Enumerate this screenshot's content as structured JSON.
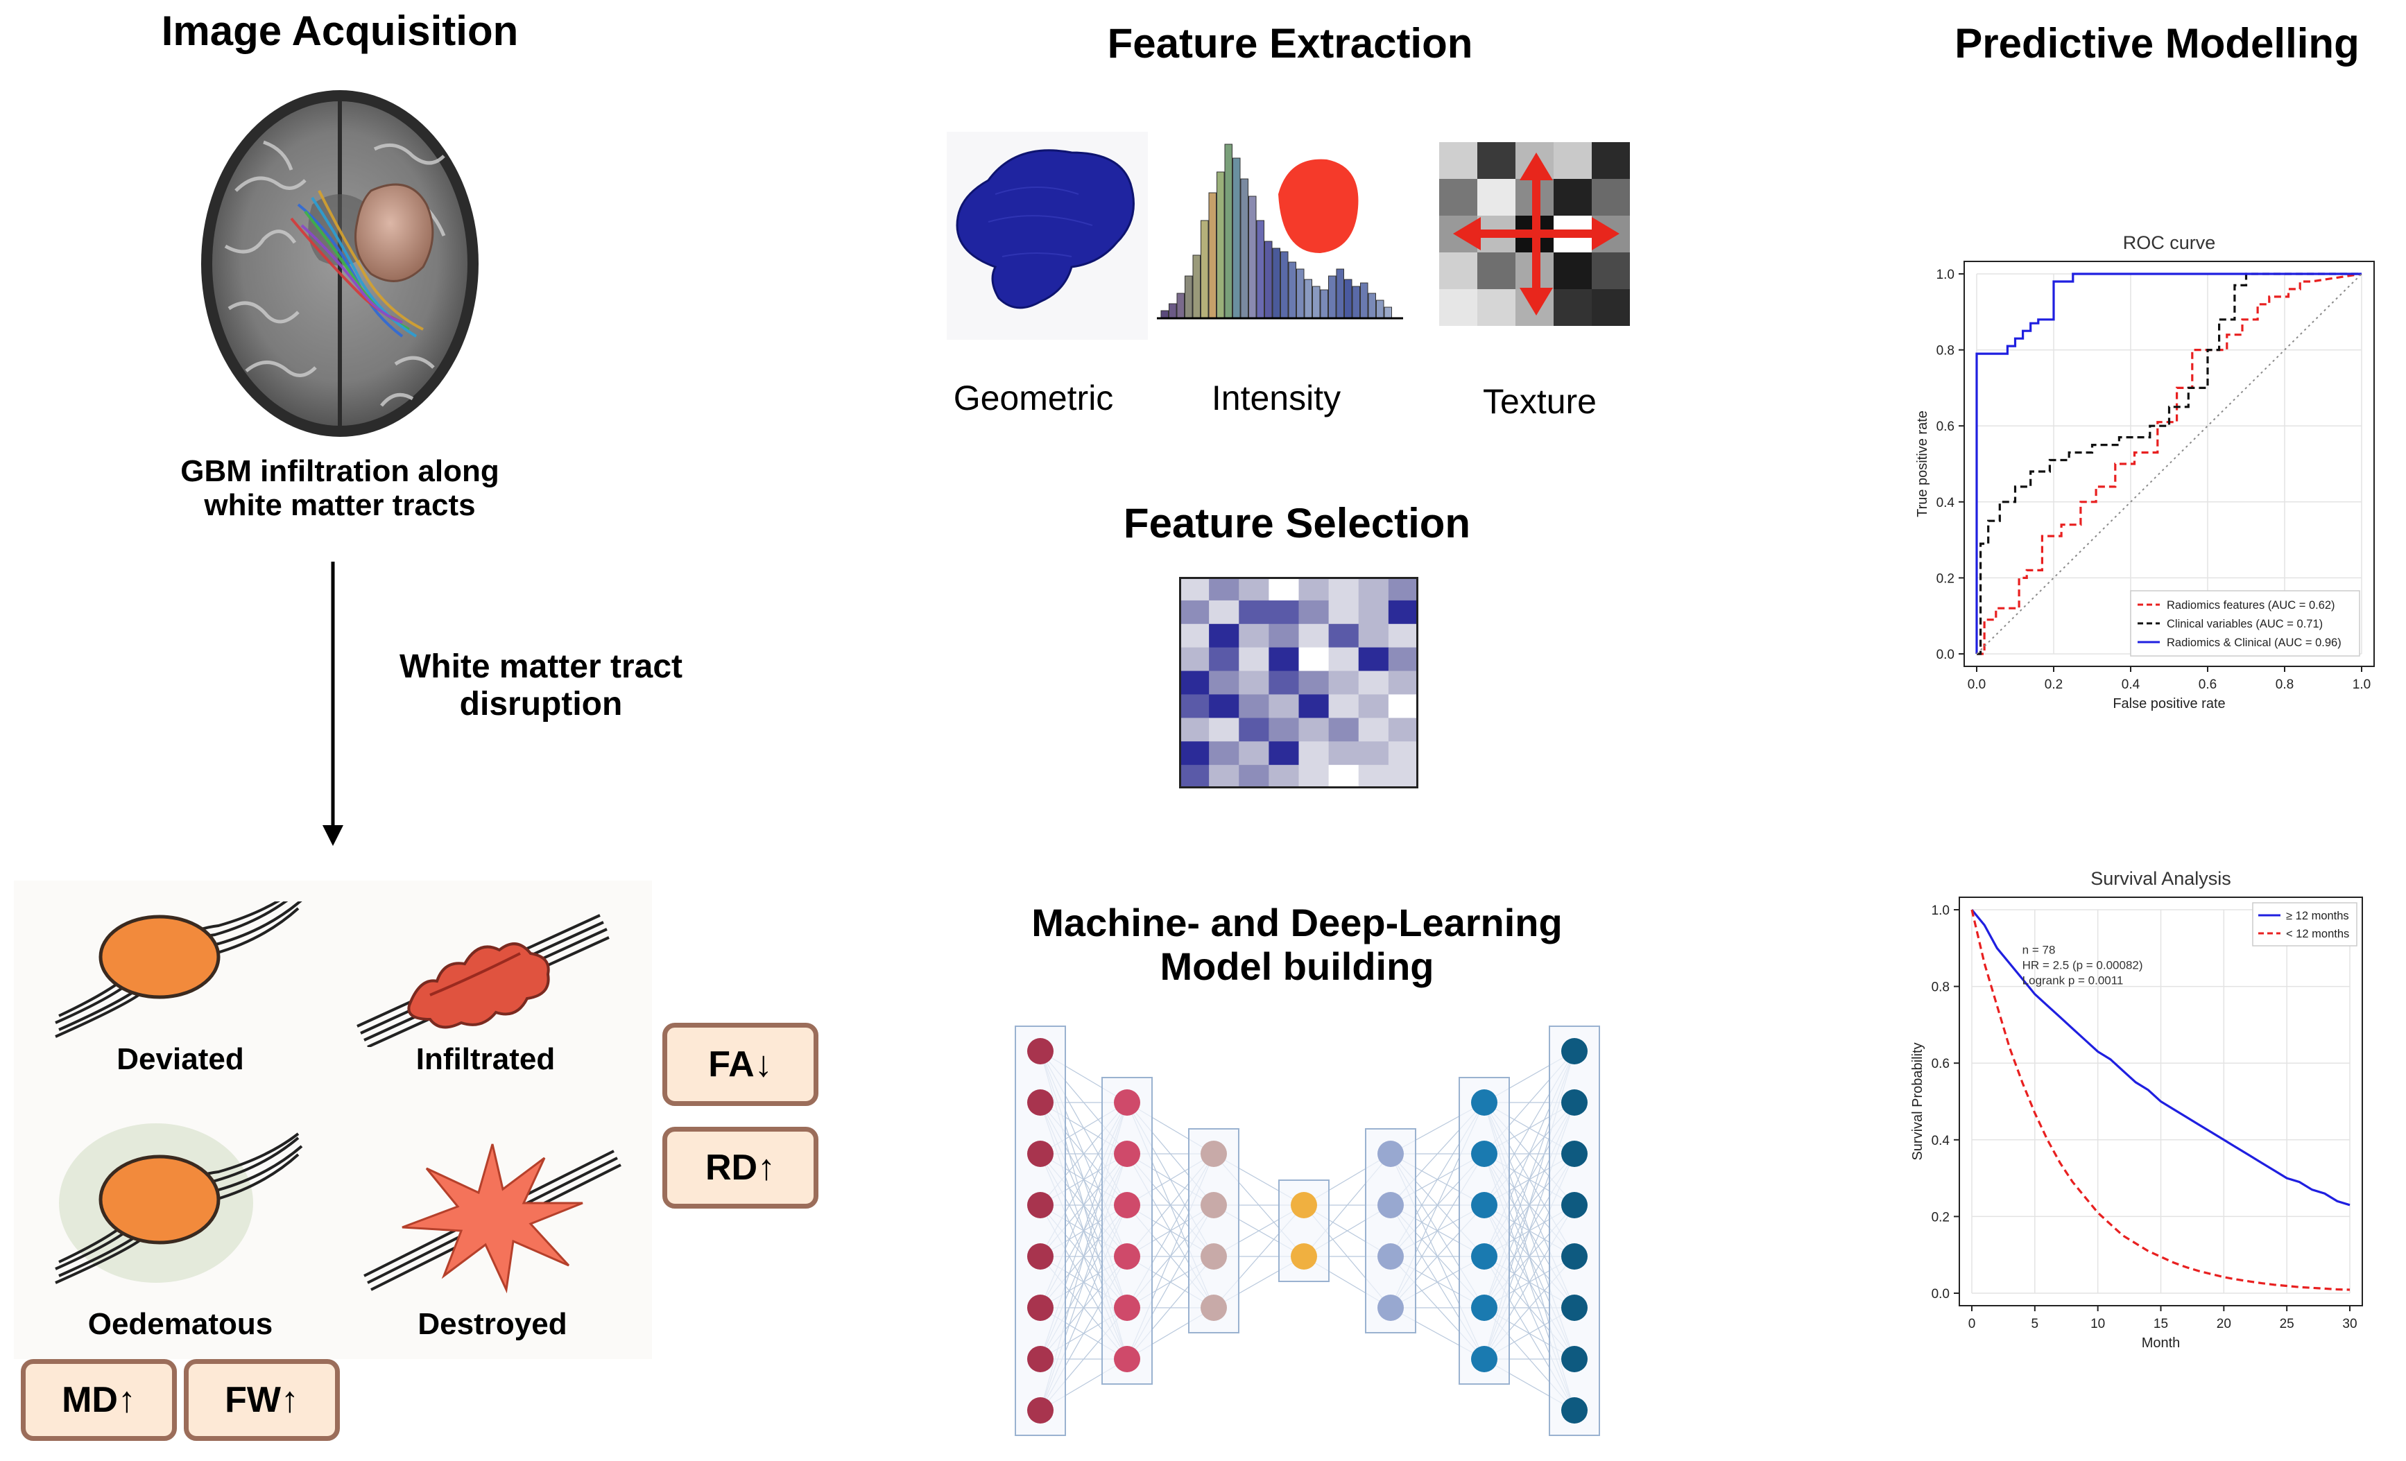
{
  "acquisition": {
    "title": "Image Acquisition",
    "caption_line1": "GBM infiltration along",
    "caption_line2": "white matter tracts",
    "arrow_label_line1": "White matter tract",
    "arrow_label_line2": "disruption",
    "tract_states": [
      "Deviated",
      "Infiltrated",
      "Oedematous",
      "Destroyed"
    ],
    "badges": {
      "fa": "FA↓",
      "rd": "RD↑",
      "md": "MD↑",
      "fw": "FW↑"
    }
  },
  "extraction": {
    "title": "Feature Extraction",
    "features": [
      "Geometric",
      "Intensity",
      "Texture"
    ]
  },
  "selection": {
    "title": "Feature Selection"
  },
  "modelling_build": {
    "title_line1": "Machine- and Deep-Learning",
    "title_line2": "Model building"
  },
  "predictive": {
    "title": "Predictive Modelling"
  },
  "colors": {
    "tumor_orange": "#f28a3c",
    "infiltrated_red": "#e0533f",
    "destroyed_red": "#f4735a",
    "badge_fill": "#fde9d6",
    "badge_border": "#9b6d5a",
    "roc_blue": "#1f1fe0",
    "roc_red": "#e82020"
  },
  "chart_data": [
    {
      "type": "line",
      "title": "ROC curve",
      "xlabel": "False positive rate",
      "ylabel": "True positive rate",
      "xlim": [
        0,
        1
      ],
      "ylim": [
        0,
        1
      ],
      "xticks": [
        "0.0",
        "0.2",
        "0.4",
        "0.6",
        "0.8",
        "1.0"
      ],
      "yticks": [
        "0.0",
        "0.2",
        "0.4",
        "0.6",
        "0.8",
        "1.0"
      ],
      "grid": true,
      "legend_position": "bottom-right",
      "series": [
        {
          "name": "Radiomics features (AUC = 0.62)",
          "color": "#e82020",
          "style": "dashed",
          "x": [
            0,
            0.02,
            0.02,
            0.05,
            0.05,
            0.11,
            0.11,
            0.13,
            0.13,
            0.17,
            0.17,
            0.22,
            0.22,
            0.27,
            0.27,
            0.31,
            0.31,
            0.36,
            0.36,
            0.41,
            0.41,
            0.47,
            0.47,
            0.52,
            0.52,
            0.56,
            0.56,
            0.65,
            0.65,
            0.69,
            0.69,
            0.73,
            0.73,
            0.76,
            0.76,
            0.81,
            0.81,
            0.84,
            0.84,
            0.87,
            1
          ],
          "y": [
            0,
            0,
            0.09,
            0.09,
            0.12,
            0.12,
            0.2,
            0.2,
            0.22,
            0.22,
            0.31,
            0.31,
            0.34,
            0.34,
            0.4,
            0.4,
            0.44,
            0.44,
            0.5,
            0.5,
            0.53,
            0.53,
            0.61,
            0.61,
            0.7,
            0.7,
            0.8,
            0.8,
            0.84,
            0.84,
            0.88,
            0.88,
            0.92,
            0.92,
            0.94,
            0.94,
            0.96,
            0.96,
            0.98,
            0.98,
            1
          ]
        },
        {
          "name": "Clinical variables (AUC = 0.71)",
          "color": "#111111",
          "style": "dashed",
          "x": [
            0,
            0.01,
            0.01,
            0.03,
            0.03,
            0.06,
            0.06,
            0.1,
            0.1,
            0.14,
            0.14,
            0.19,
            0.19,
            0.24,
            0.24,
            0.3,
            0.3,
            0.37,
            0.37,
            0.45,
            0.45,
            0.5,
            0.5,
            0.55,
            0.55,
            0.6,
            0.6,
            0.63,
            0.63,
            0.67,
            0.67,
            0.7,
            0.7,
            1
          ],
          "y": [
            0,
            0,
            0.29,
            0.29,
            0.35,
            0.35,
            0.4,
            0.4,
            0.44,
            0.44,
            0.48,
            0.48,
            0.51,
            0.51,
            0.53,
            0.53,
            0.55,
            0.55,
            0.57,
            0.57,
            0.6,
            0.6,
            0.65,
            0.65,
            0.7,
            0.7,
            0.8,
            0.8,
            0.88,
            0.88,
            0.97,
            0.97,
            1,
            1
          ]
        },
        {
          "name": "Radiomics & Clinical (AUC = 0.96)",
          "color": "#1f1fe0",
          "style": "solid",
          "x": [
            0,
            0,
            0.08,
            0.08,
            0.1,
            0.1,
            0.12,
            0.12,
            0.14,
            0.14,
            0.16,
            0.16,
            0.2,
            0.2,
            0.25,
            0.25,
            1
          ],
          "y": [
            0,
            0.79,
            0.79,
            0.81,
            0.81,
            0.83,
            0.83,
            0.85,
            0.85,
            0.87,
            0.87,
            0.88,
            0.88,
            0.98,
            0.98,
            1,
            1
          ]
        },
        {
          "name": "",
          "color": "#8a8a8a",
          "style": "dotted",
          "x": [
            0,
            1
          ],
          "y": [
            0,
            1
          ]
        }
      ]
    },
    {
      "type": "line",
      "title": "Survival Analysis",
      "xlabel": "Month",
      "ylabel": "Survival Probability",
      "xlim": [
        0,
        30
      ],
      "ylim": [
        0,
        1
      ],
      "xticks": [
        "0",
        "5",
        "10",
        "15",
        "20",
        "25",
        "30"
      ],
      "yticks": [
        "0.0",
        "0.2",
        "0.4",
        "0.6",
        "0.8",
        "1.0"
      ],
      "grid": true,
      "legend_position": "top-right",
      "annotations": [
        "n = 78",
        "HR = 2.5  (p = 0.00082)",
        "Logrank p = 0.0011"
      ],
      "series": [
        {
          "name": "≥ 12 months",
          "color": "#1f1fe0",
          "style": "solid",
          "x": [
            0,
            1,
            2,
            3,
            4,
            5,
            6,
            7,
            8,
            9,
            10,
            11,
            12,
            13,
            14,
            15,
            16,
            17,
            18,
            19,
            20,
            21,
            22,
            23,
            24,
            25,
            26,
            27,
            28,
            29,
            30
          ],
          "y": [
            1.0,
            0.96,
            0.9,
            0.86,
            0.82,
            0.78,
            0.75,
            0.72,
            0.69,
            0.66,
            0.63,
            0.61,
            0.58,
            0.55,
            0.53,
            0.5,
            0.48,
            0.46,
            0.44,
            0.42,
            0.4,
            0.38,
            0.36,
            0.34,
            0.32,
            0.3,
            0.29,
            0.27,
            0.26,
            0.24,
            0.23
          ]
        },
        {
          "name": "< 12 months",
          "color": "#e82020",
          "style": "dashed",
          "x": [
            0,
            1,
            2,
            3,
            4,
            5,
            6,
            7,
            8,
            9,
            10,
            11,
            12,
            13,
            14,
            15,
            16,
            17,
            18,
            19,
            20,
            21,
            22,
            23,
            24,
            25,
            26,
            27,
            28,
            29,
            30
          ],
          "y": [
            1.0,
            0.86,
            0.75,
            0.64,
            0.55,
            0.47,
            0.4,
            0.34,
            0.29,
            0.25,
            0.21,
            0.18,
            0.15,
            0.13,
            0.11,
            0.095,
            0.08,
            0.068,
            0.058,
            0.05,
            0.042,
            0.036,
            0.031,
            0.026,
            0.022,
            0.019,
            0.016,
            0.014,
            0.012,
            0.01,
            0.009
          ]
        }
      ]
    }
  ]
}
